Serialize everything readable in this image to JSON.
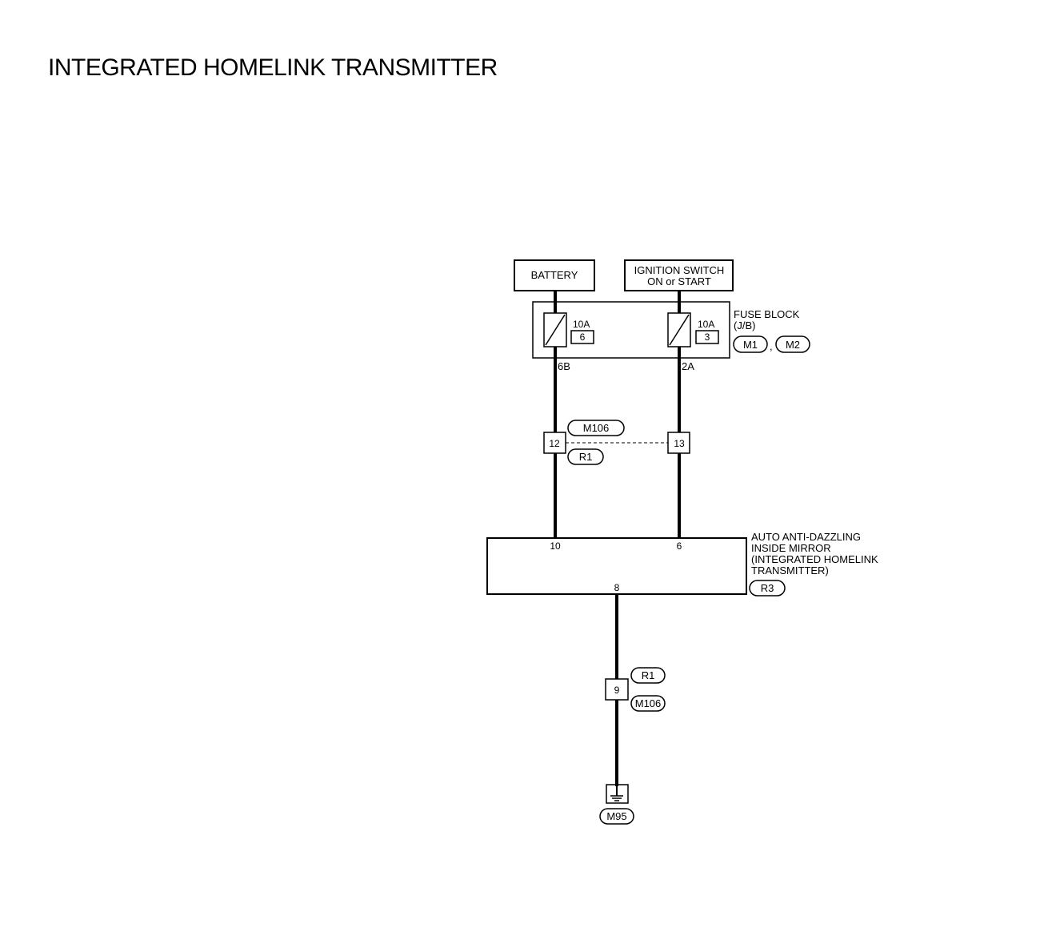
{
  "title": "INTEGRATED HOMELINK TRANSMITTER",
  "battery": "BATTERY",
  "ignition": {
    "line1": "IGNITION SWITCH",
    "line2": "ON or START"
  },
  "fuse_block": {
    "line1": "FUSE BLOCK",
    "line2": "(J/B)",
    "connectors": [
      "M1",
      "M2"
    ],
    "separator": ",",
    "fuse_left": {
      "rating": "10A",
      "number": "6"
    },
    "fuse_right": {
      "rating": "10A",
      "number": "3"
    },
    "terminal_left": "6B",
    "terminal_right": "2A"
  },
  "joint_connector_upper": {
    "connector_top": "M106",
    "connector_bottom": "R1",
    "pin_left": "12",
    "pin_right": "13"
  },
  "mirror": {
    "lines": [
      "AUTO ANTI-DAZZLING",
      "INSIDE MIRROR",
      "(INTEGRATED HOMELINK",
      "TRANSMITTER)"
    ],
    "connector": "R3",
    "pin_left": "10",
    "pin_right": "6",
    "pin_bottom": "8"
  },
  "joint_connector_lower": {
    "connector_top": "R1",
    "connector_bottom": "M106",
    "pin": "9"
  },
  "ground": {
    "connector": "M95"
  }
}
